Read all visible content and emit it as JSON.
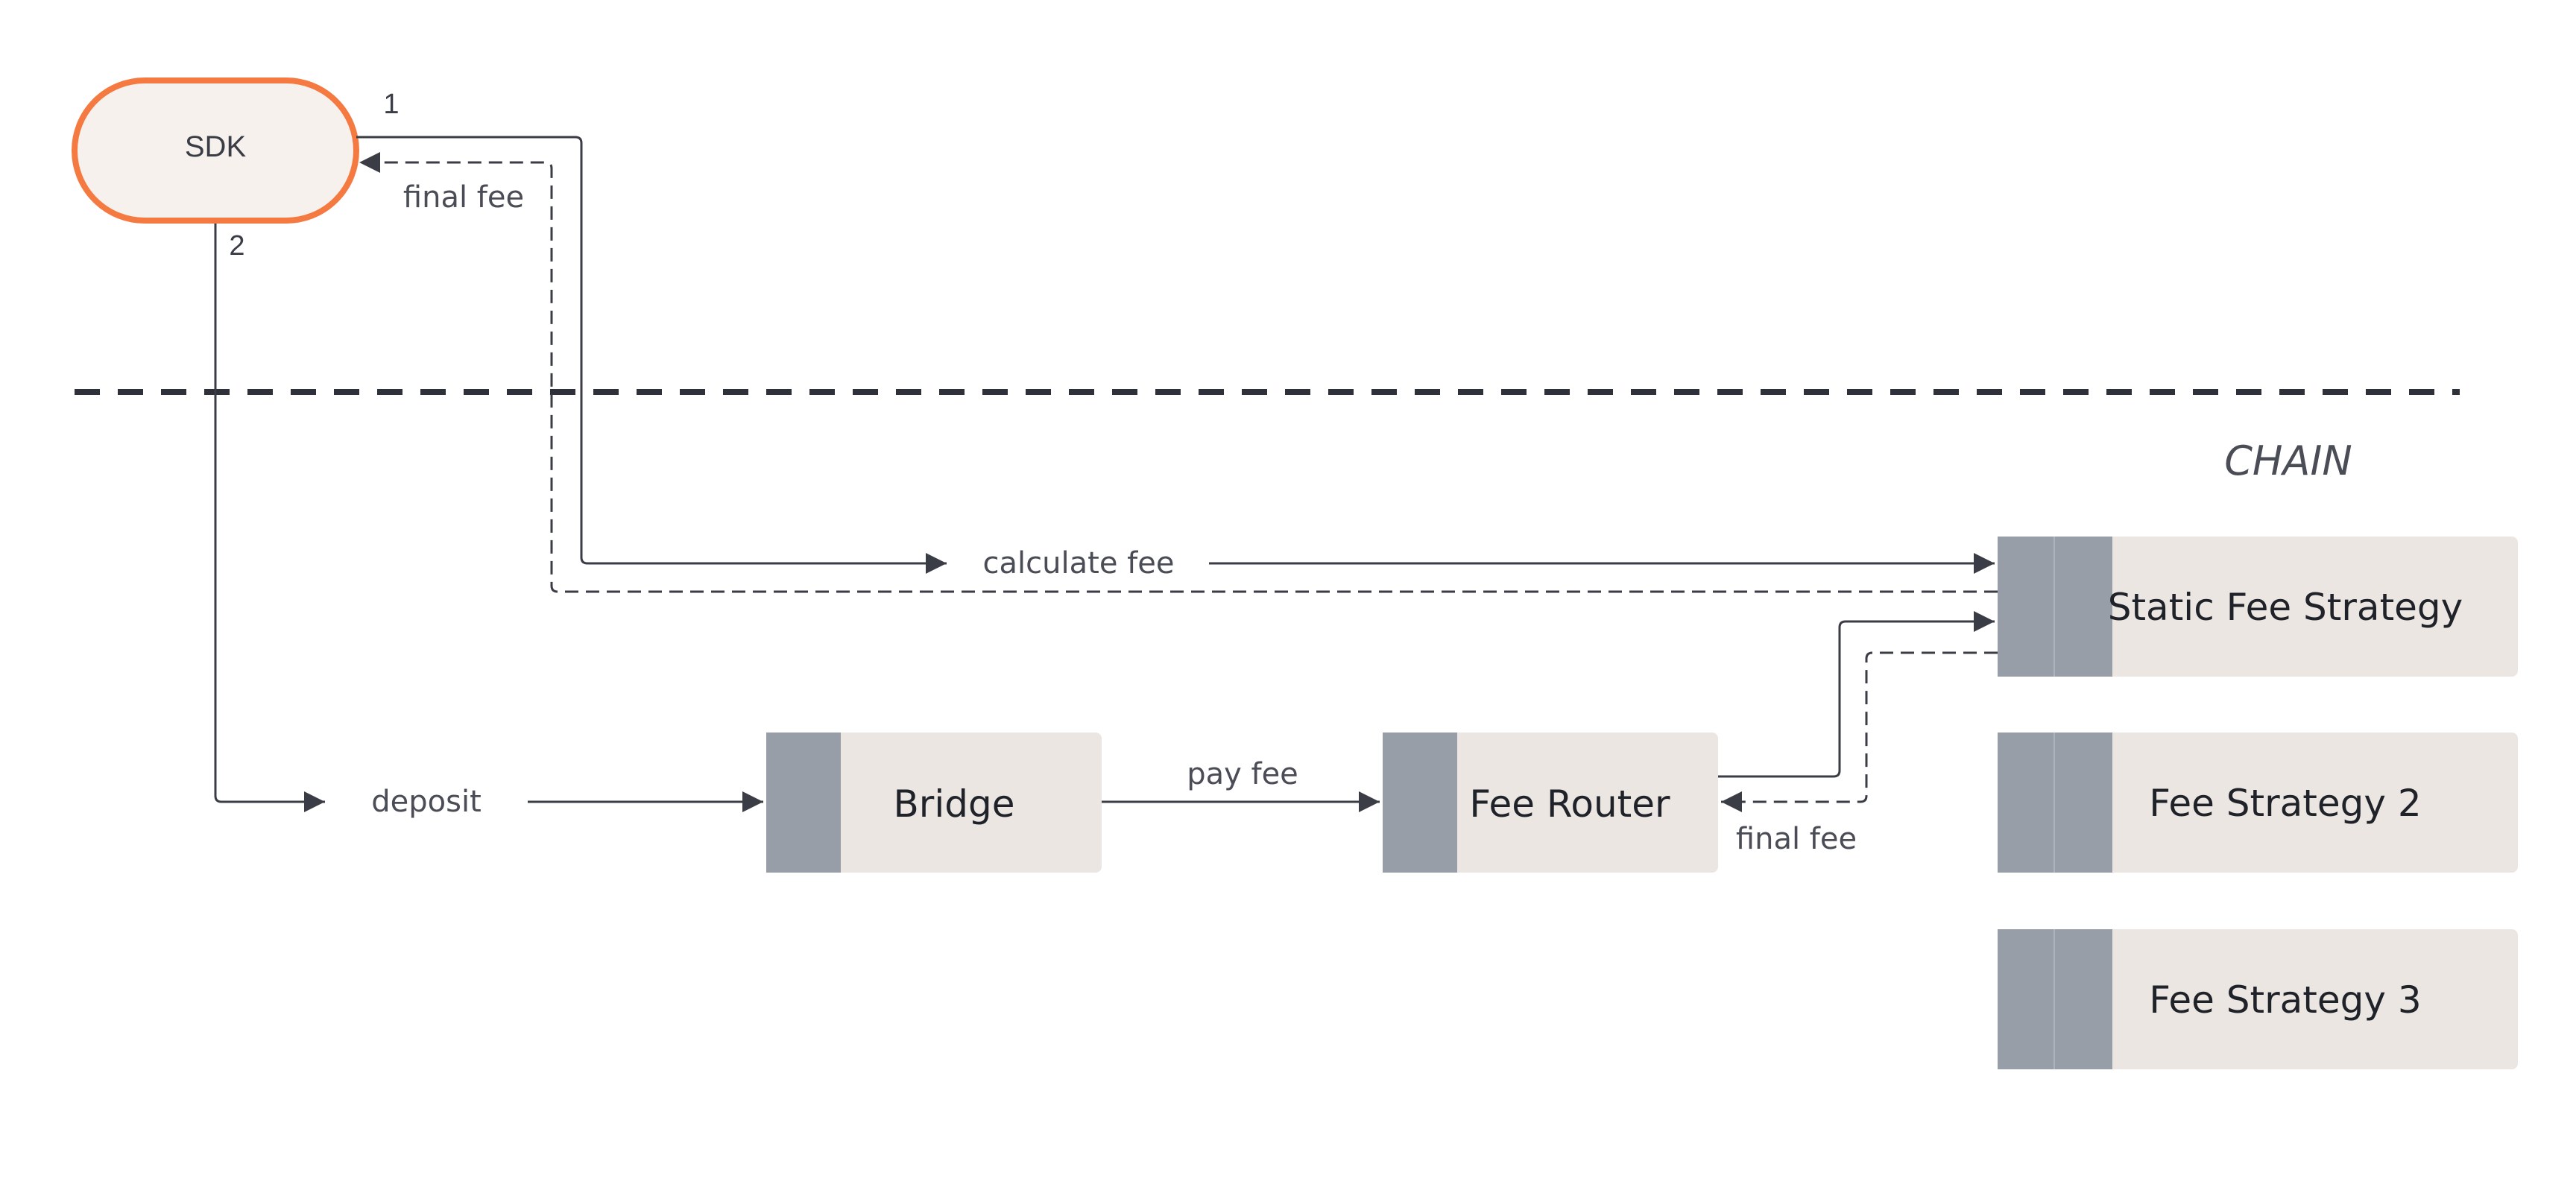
{
  "nodes": {
    "sdk": "SDK",
    "bridge": "Bridge",
    "fee_router": "Fee Router",
    "static_fee_strategy": "Static Fee Strategy",
    "fee_strategy_2": "Fee Strategy 2",
    "fee_strategy_3": "Fee Strategy 3"
  },
  "edges": {
    "step_1": "1",
    "step_2": "2",
    "calculate_fee": "calculate fee",
    "final_fee_sdk": "final fee",
    "deposit": "deposit",
    "pay_fee": "pay fee",
    "final_fee_router": "final fee"
  },
  "zones": {
    "chain": "CHAIN"
  },
  "colors": {
    "sdk_border": "#f47a42",
    "sdk_fill": "#f6f1ec",
    "box_fill": "#ebe6e1",
    "box_accent": "#979ea7",
    "line": "#3a3d45",
    "divider": "#2e313a"
  }
}
